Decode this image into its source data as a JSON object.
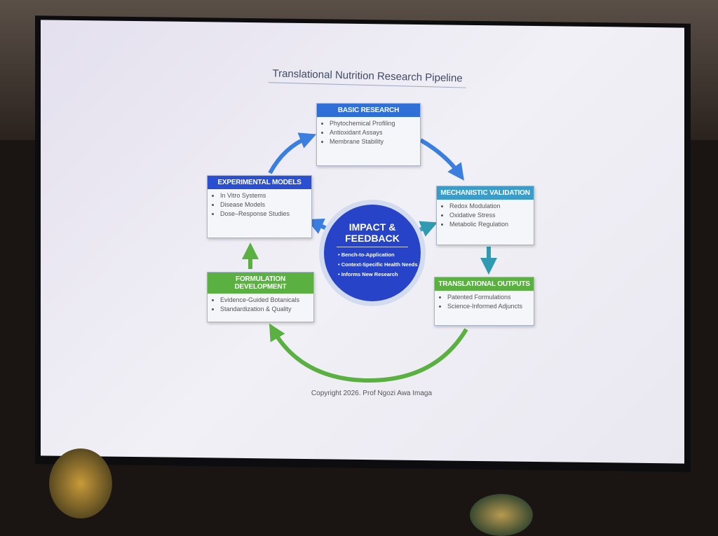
{
  "title": "Translational Nutrition Research Pipeline",
  "stages": {
    "basic": {
      "title": "BASIC RESEARCH",
      "items": [
        "Phytochemical Profiling",
        "Antioxidant Assays",
        "Membrane Stability"
      ]
    },
    "mechanistic": {
      "title": "MECHANISTIC VALIDATION",
      "items": [
        "Redox Modulation",
        "Oxidative Stress",
        "Metabolic Regulation"
      ]
    },
    "translational": {
      "title": "TRANSLATIONAL OUTPUTS",
      "items": [
        "Patented Formulations",
        "Science-Informed Adjuncts"
      ]
    },
    "formulation": {
      "title": "FORMULATION DEVELOPMENT",
      "items": [
        "Evidence-Guided Botanicals",
        "Standardization & Quality"
      ]
    },
    "experimental": {
      "title": "EXPERIMENTAL MODELS",
      "items": [
        "In Vitro Systems",
        "Disease Models",
        "Dose–Response Studies"
      ]
    }
  },
  "center": {
    "title_line1": "IMPACT &",
    "title_line2": "FEEDBACK",
    "items": [
      "Bench-to-Application",
      "Context-Specific Health Needs",
      "Informs New Research"
    ]
  },
  "copyright": "Copyright 2026. Prof Ngozi Awa Imaga",
  "colors": {
    "blue": "#2f6fd8",
    "navy": "#2a4fd0",
    "teal": "#3a9cc8",
    "green": "#5ab040",
    "circle": "#2743c8"
  }
}
